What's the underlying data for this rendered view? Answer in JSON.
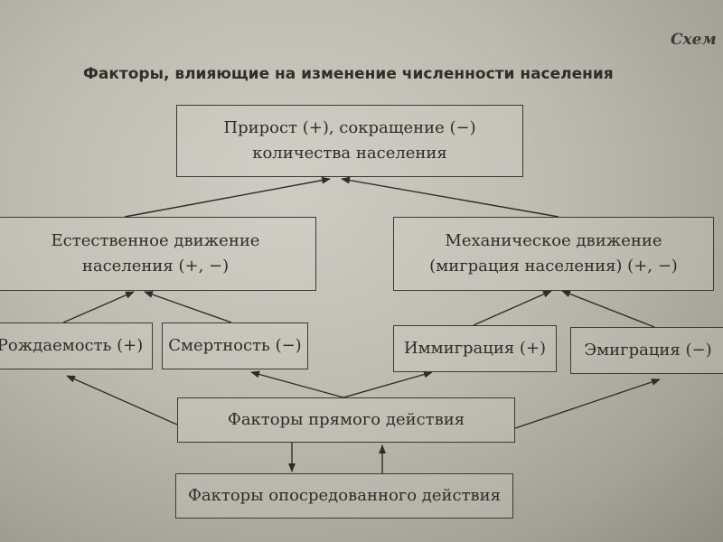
{
  "header": {
    "scheme_label": "Схем"
  },
  "diagram": {
    "title": "Факторы, влияющие на изменение численности населения",
    "nodes": {
      "top": {
        "line1": "Прирост (+), сокращение (−)",
        "line2": "количества населения"
      },
      "natural": {
        "line1": "Естественное движение",
        "line2": "населения (+, −)"
      },
      "mechanical": {
        "line1": "Механическое движение",
        "line2": "(миграция населения) (+, −)"
      },
      "birth": {
        "text": "Рождаемость (+)"
      },
      "death": {
        "text": "Смертность (−)"
      },
      "immigration": {
        "text": "Иммиграция (+)"
      },
      "emigration": {
        "text": "Эмиграция (−)"
      },
      "direct": {
        "text": "Факторы прямого действия"
      },
      "indirect": {
        "text": "Факторы опосредованного действия"
      }
    },
    "edges": [
      {
        "from": "natural",
        "to": "top"
      },
      {
        "from": "mechanical",
        "to": "top"
      },
      {
        "from": "birth",
        "to": "natural"
      },
      {
        "from": "death",
        "to": "natural"
      },
      {
        "from": "immigration",
        "to": "mechanical"
      },
      {
        "from": "emigration",
        "to": "mechanical"
      },
      {
        "from": "direct",
        "to": "birth"
      },
      {
        "from": "direct",
        "to": "death"
      },
      {
        "from": "direct",
        "to": "immigration"
      },
      {
        "from": "direct",
        "to": "emigration"
      },
      {
        "from": "direct",
        "to": "indirect"
      },
      {
        "from": "indirect",
        "to": "direct"
      }
    ]
  }
}
